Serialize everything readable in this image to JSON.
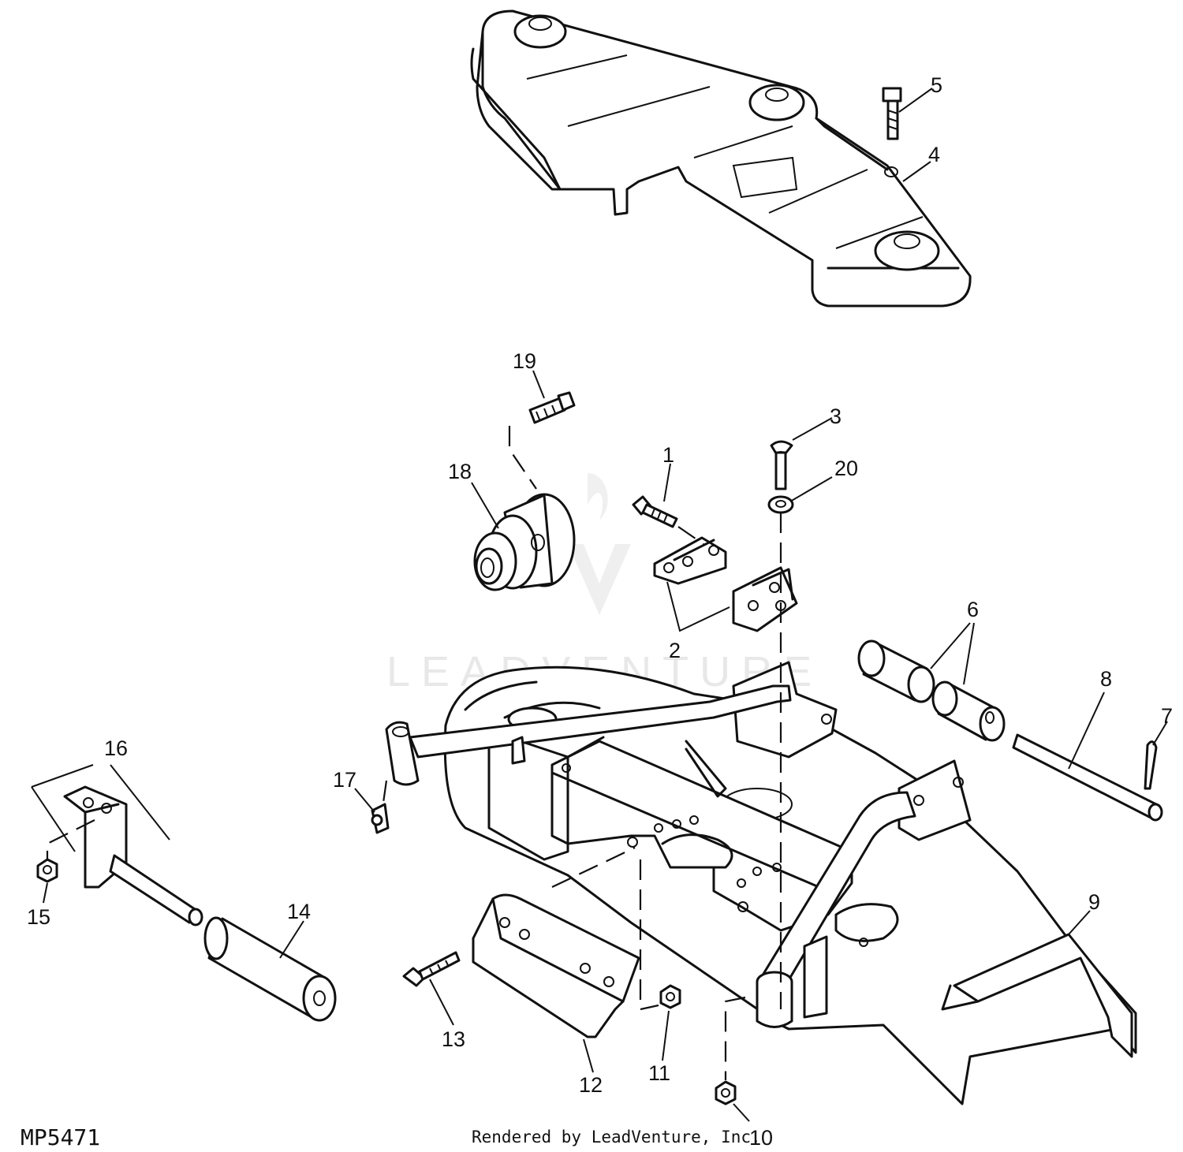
{
  "diagram": {
    "id_label": "MP5471",
    "credit": "Rendered by LeadVenture, Inc.",
    "watermark_logo": "LEADVENTURE",
    "callouts": [
      "1",
      "2",
      "3",
      "4",
      "5",
      "6",
      "7",
      "8",
      "9",
      "10",
      "11",
      "12",
      "13",
      "14",
      "15",
      "16",
      "17",
      "18",
      "19",
      "20"
    ]
  }
}
